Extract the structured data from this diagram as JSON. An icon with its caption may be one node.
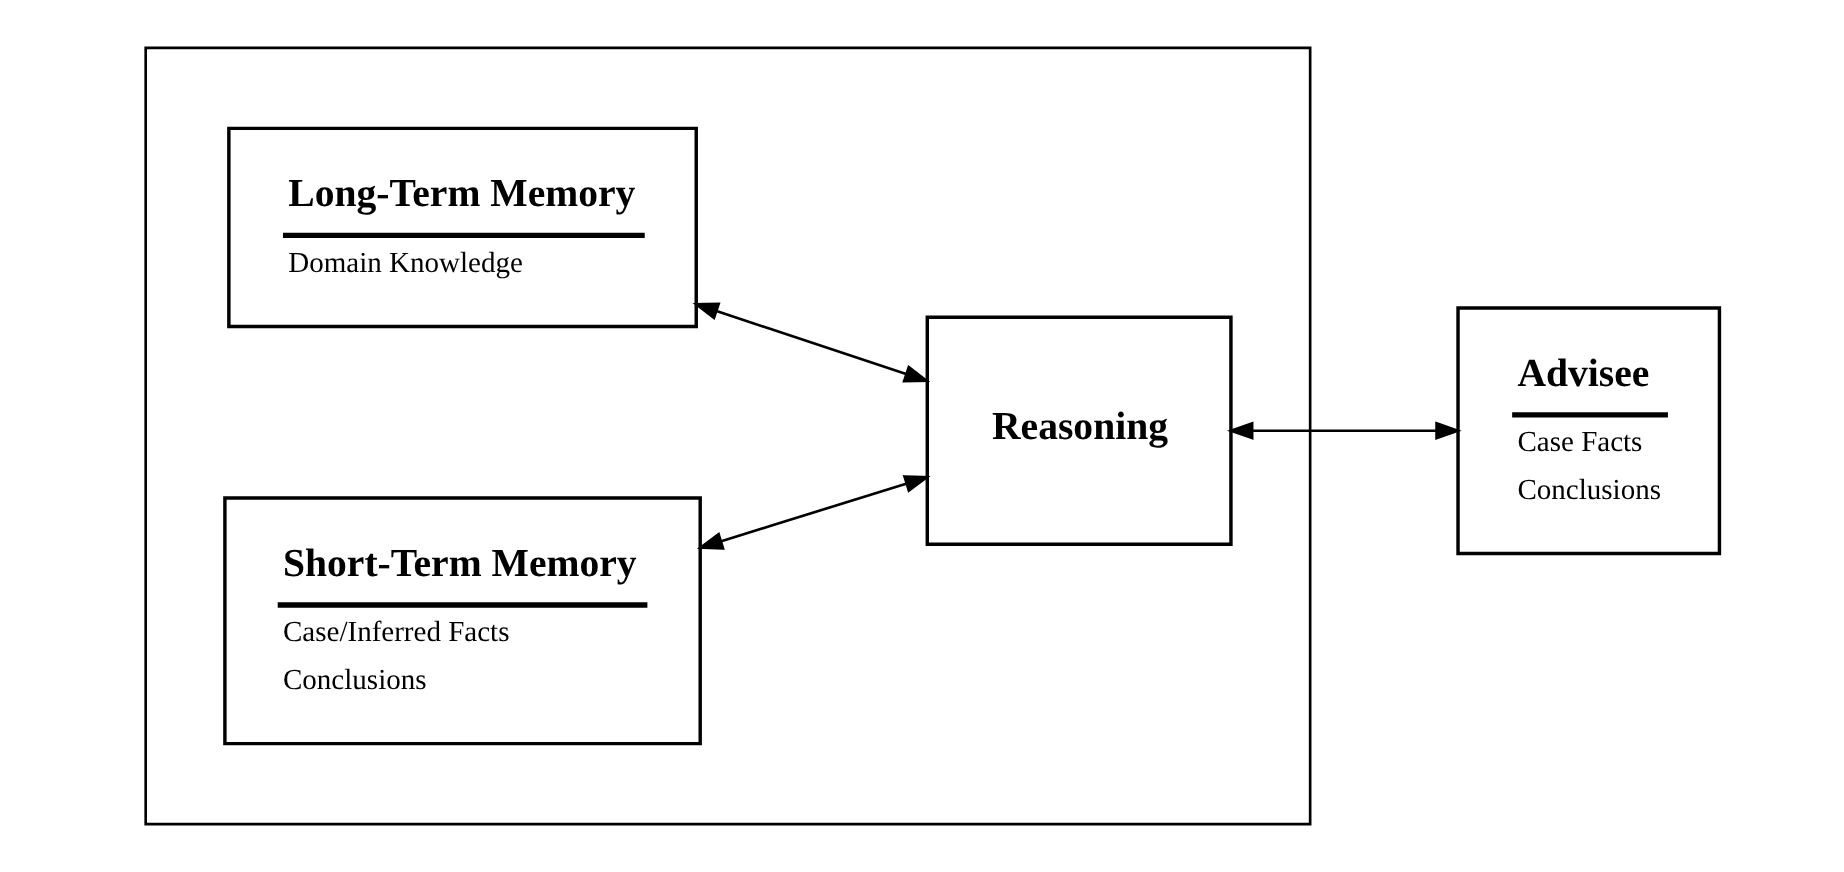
{
  "diagram": {
    "nodes": [
      {
        "text": [],
        "shape": "box"
      },
      {
        "text": [
          "Long-Term Memory",
          "Domain Knowledge"
        ],
        "in": 0
      },
      {
        "text": [
          "Short-Term Memory",
          "Case/Inferred Facts",
          "Conclusions"
        ],
        "in": 0
      },
      {
        "text": [
          "Reasoning"
        ],
        "in": 0
      },
      {
        "text": [
          "Advisee",
          "Case Facts",
          "Conclusions"
        ]
      }
    ],
    "edges": [
      {
        "from": 1,
        "to": 3,
        "arrow": "both"
      },
      {
        "from": 2,
        "to": 3,
        "arrow": "both"
      },
      {
        "from": 3,
        "to": 4,
        "arrow": "both"
      }
    ]
  }
}
